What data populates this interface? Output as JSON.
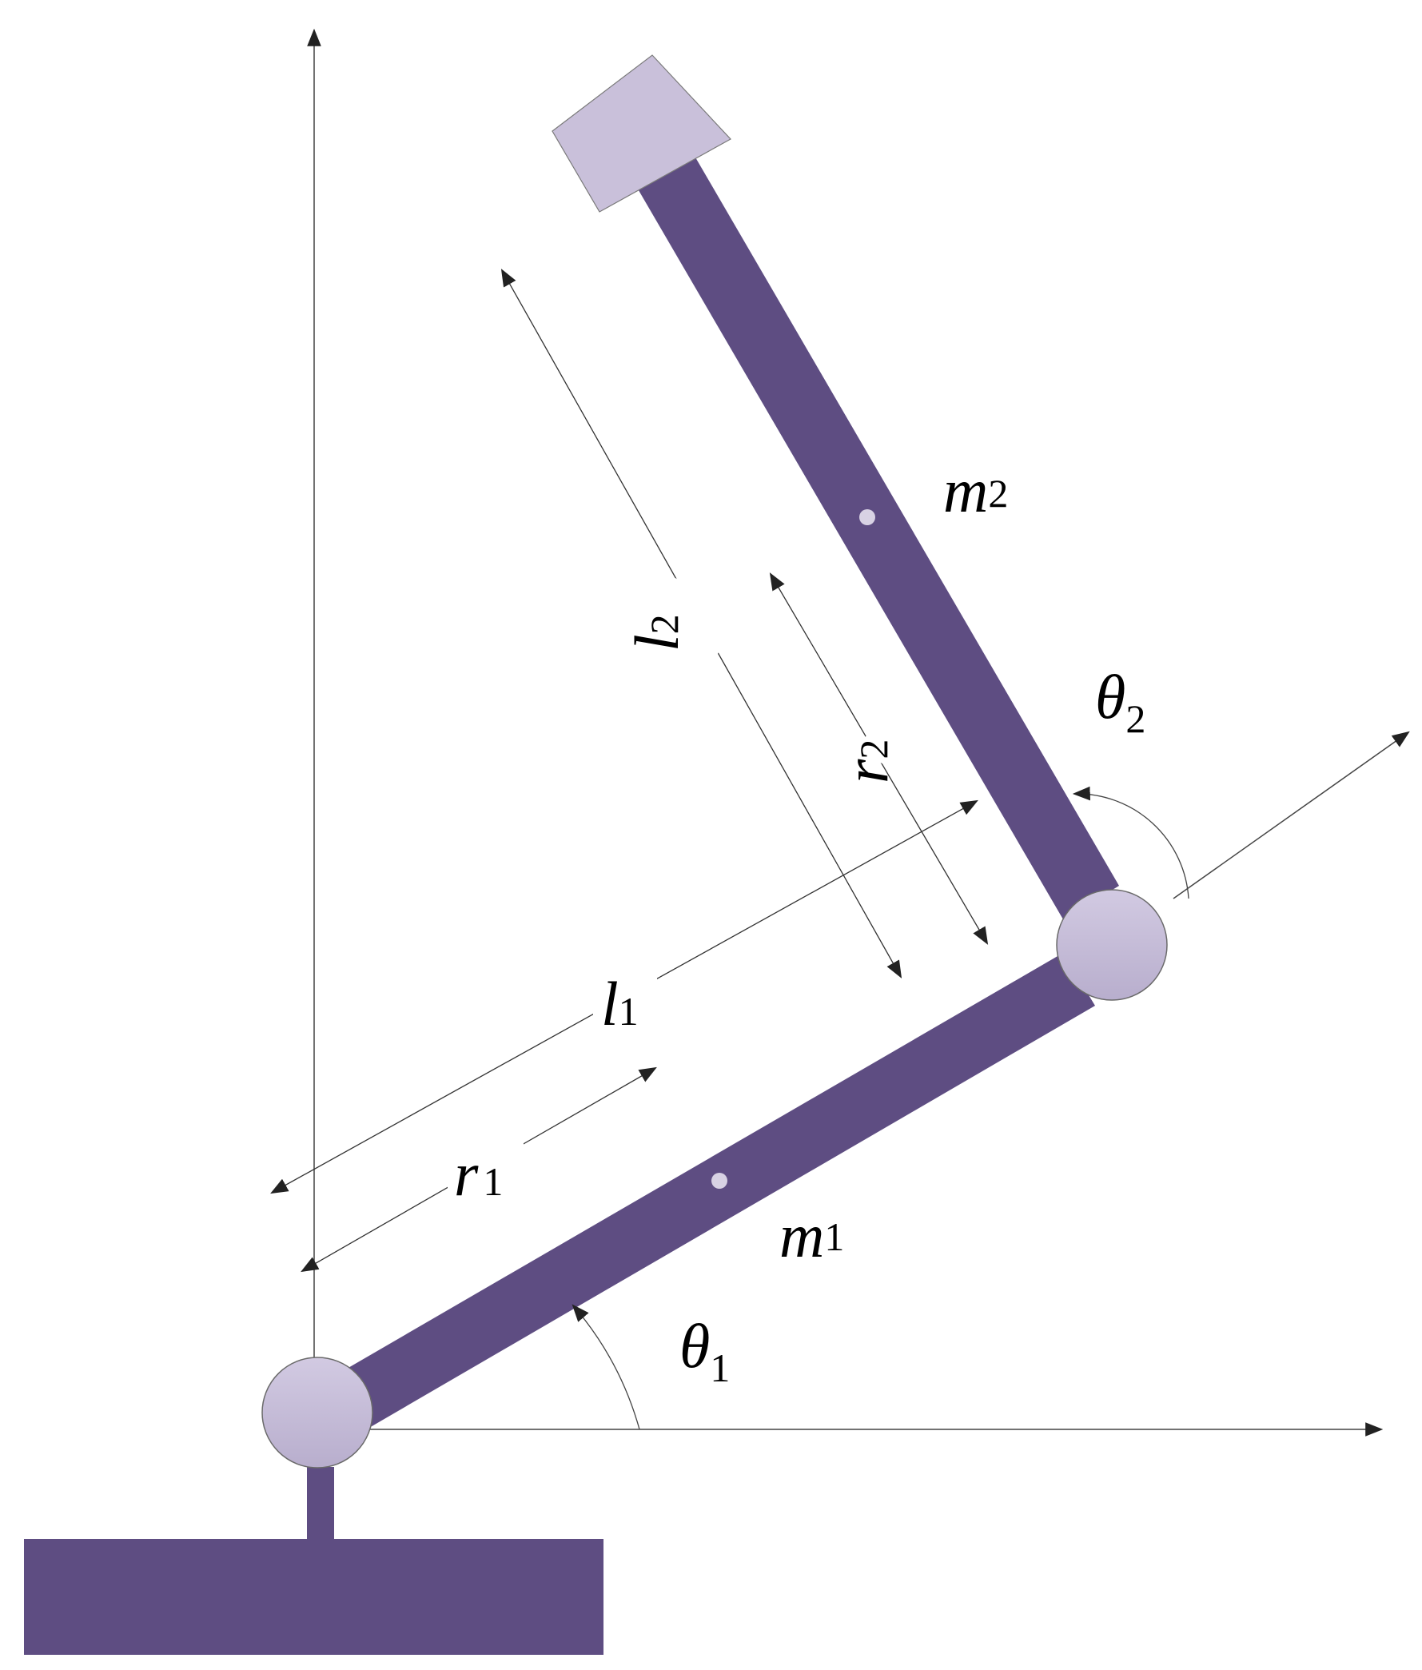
{
  "labels": {
    "m1": {
      "main": "m",
      "sub": "1"
    },
    "m2": {
      "main": "m",
      "sub": "2"
    },
    "l1": {
      "main": "l",
      "sub": "1"
    },
    "l2": {
      "main": "l",
      "sub": "2"
    },
    "r1": {
      "main": "r",
      "sub": "1"
    },
    "r2": {
      "main": "r",
      "sub": "2"
    },
    "theta1": {
      "main": "θ",
      "sub": "1"
    },
    "theta2": {
      "main": "θ",
      "sub": "2"
    }
  },
  "colors": {
    "link": "#5e4d82",
    "link_dark": "#4f4070",
    "joint": "#c3b9d6",
    "joint_edge": "#6a6a6a",
    "payload": "#c9c0da",
    "base": "#5e4d82",
    "line": "#333333"
  }
}
